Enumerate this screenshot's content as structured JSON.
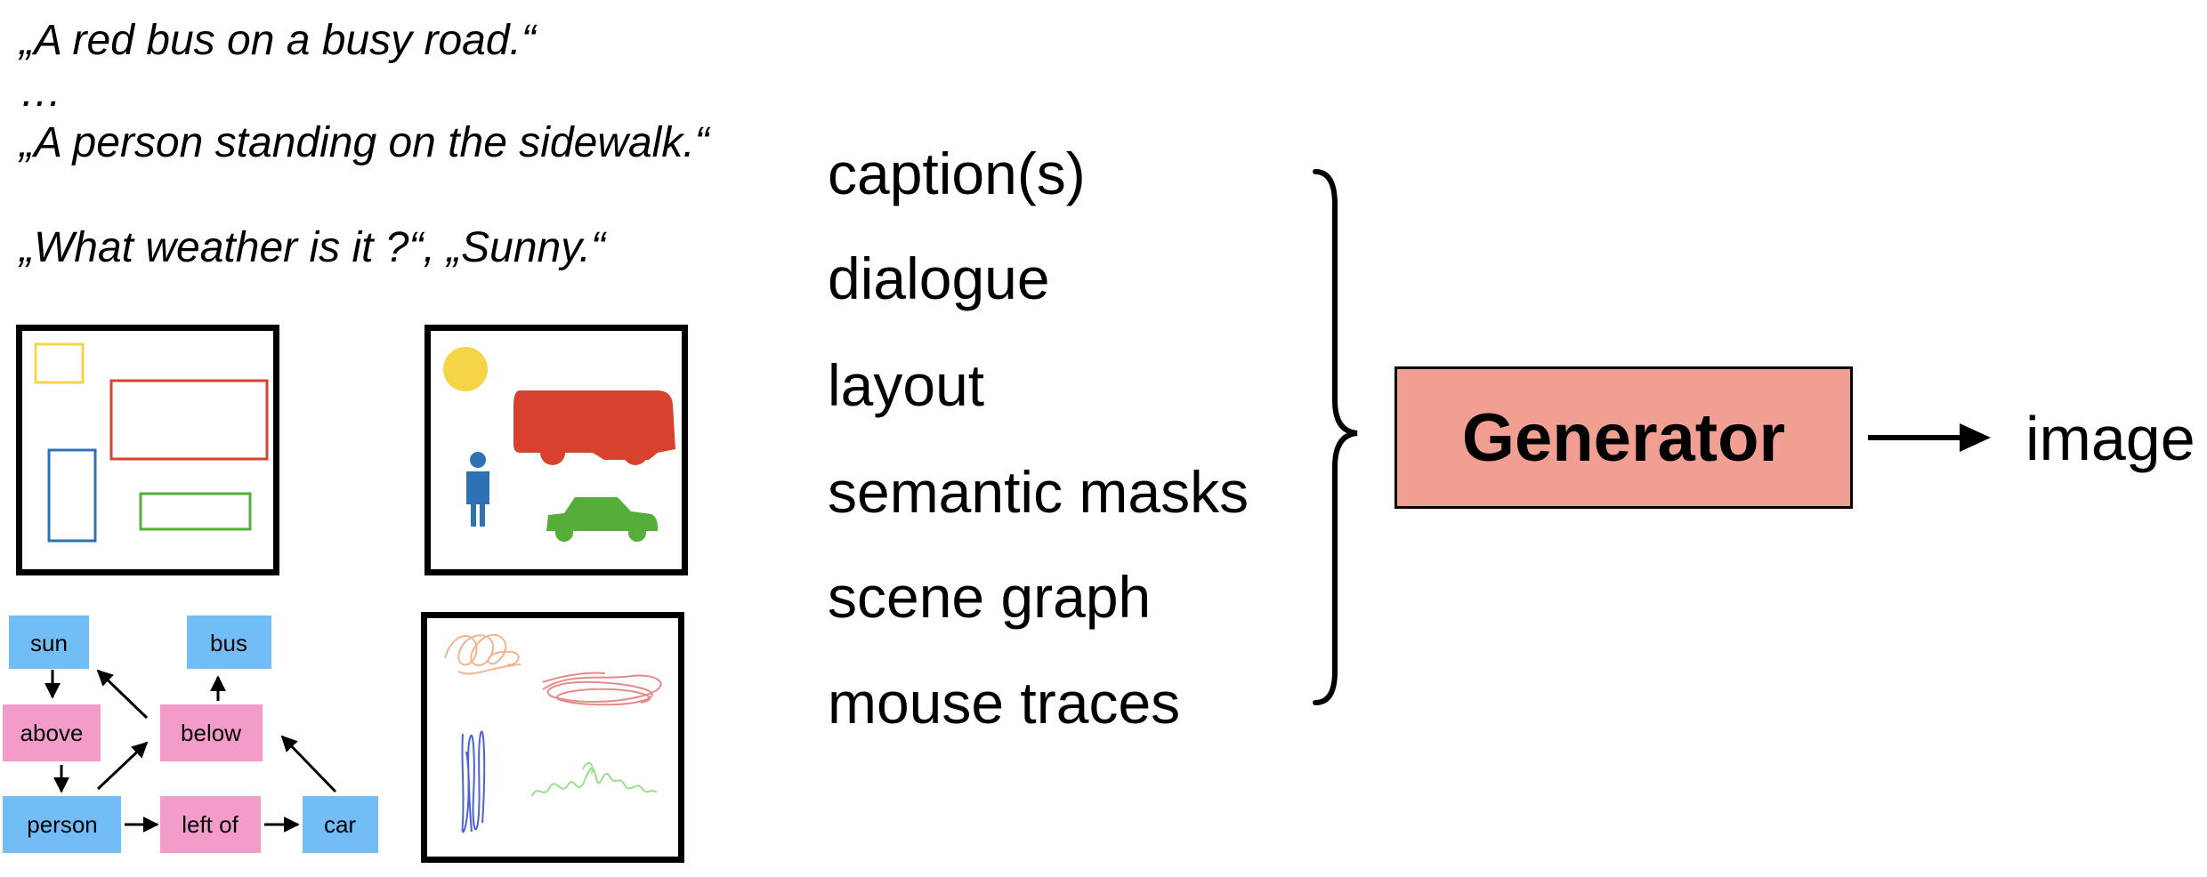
{
  "captions": {
    "line1": "„A red bus on a busy road.“",
    "ellipsis": "…",
    "line2": "„A person standing on the sidewalk.“",
    "dialogue": "„What weather is it ?“, „Sunny.“"
  },
  "input_types": [
    "caption(s)",
    "dialogue",
    "layout",
    "semantic masks",
    "scene graph",
    "mouse traces"
  ],
  "generator": {
    "label": "Generator"
  },
  "output": {
    "label": "image"
  },
  "scene_graph": {
    "nodes": {
      "sun": "sun",
      "bus": "bus",
      "above": "above",
      "below": "below",
      "person": "person",
      "left_of": "left of",
      "car": "car"
    }
  },
  "colors": {
    "node_object": "#72bdf6",
    "node_relation": "#f39cc9",
    "generator_fill": "#f19f93",
    "layout_yellow": "#f5d547",
    "layout_red": "#d8412d",
    "layout_blue": "#2f72b3",
    "layout_green": "#57ad3a"
  }
}
